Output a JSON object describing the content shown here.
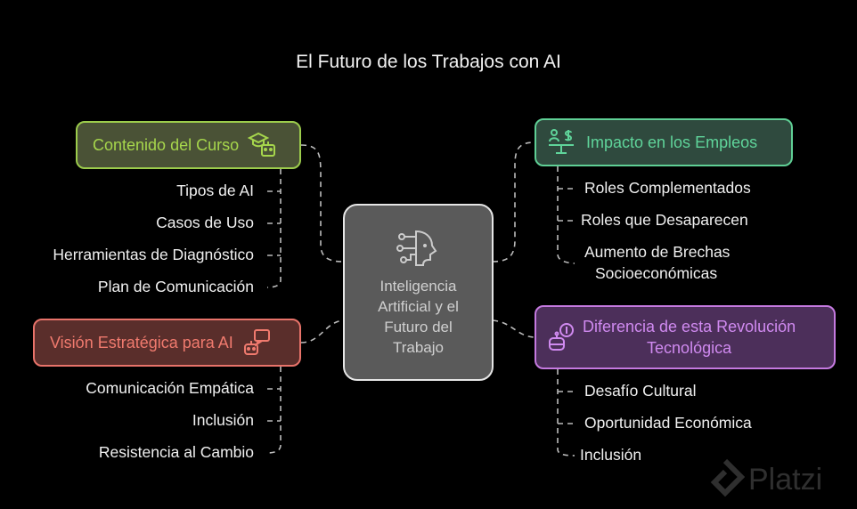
{
  "title": "El Futuro de los Trabajos con AI",
  "center": {
    "label_lines": [
      "Inteligencia",
      "Artificial y el",
      "Futuro del",
      "Trabajo"
    ],
    "icon": "ai-head-icon"
  },
  "branches": {
    "course": {
      "label": "Contenido del Curso",
      "icon": "graduation-robot-icon",
      "color": "#a6d64c",
      "items": [
        "Tipos de AI",
        "Casos de Uso",
        "Herramientas de Diagnóstico",
        "Plan de Comunicación"
      ]
    },
    "vision": {
      "label": "Visión Estratégica para AI",
      "icon": "robot-chat-icon",
      "color": "#f07a6e",
      "items": [
        "Comunicación Empática",
        "Inclusión",
        "Resistencia al Cambio"
      ]
    },
    "impact": {
      "label": "Impacto en los Empleos",
      "icon": "person-money-scale-icon",
      "color": "#5fd49a",
      "items": [
        "Roles Complementados",
        "Roles que Desaparecen",
        "Aumento de Brechas",
        "Socioeconómicas"
      ]
    },
    "difference": {
      "label_lines": [
        "Diferencia de esta Revolución",
        "Tecnológica"
      ],
      "icon": "robot-coin-icon",
      "color": "#d08af0",
      "items": [
        "Desafío Cultural",
        "Oportunidad Económica",
        "Inclusión"
      ]
    }
  },
  "watermark": "Platzi"
}
